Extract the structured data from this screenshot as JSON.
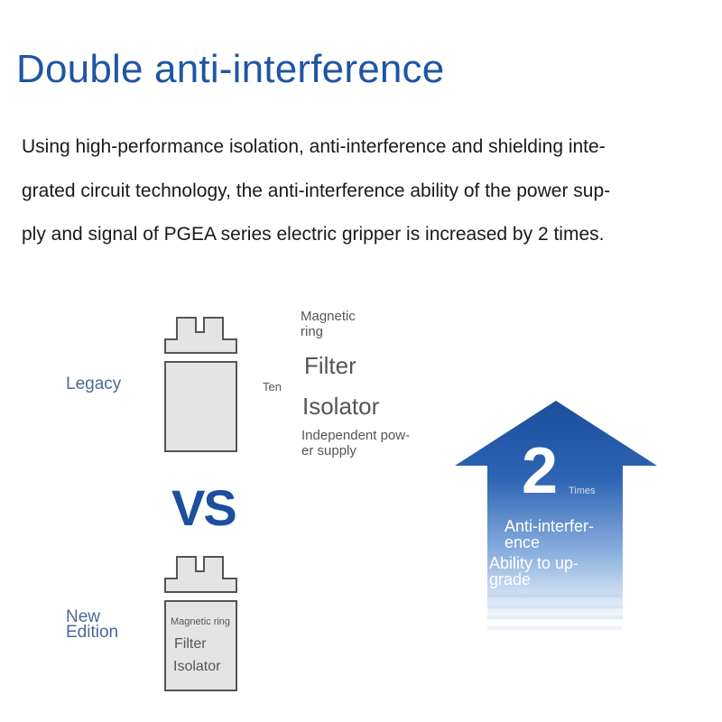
{
  "title": "Double anti-interference",
  "paragraph": {
    "lines": [
      "Using high-performance isolation, anti-interference and shielding inte-",
      "grated circuit technology, the anti-interference ability of the power sup-",
      "ply and signal of PGEA series electric gripper is increased by 2 times."
    ]
  },
  "diagram": {
    "legacy_label": "Legacy",
    "new_label_line1": "New",
    "new_label_line2": "Edition",
    "vs": "VS",
    "ten": "Ten",
    "legacy_features": {
      "magnetic_ring_line1": "Magnetic",
      "magnetic_ring_line2": "ring",
      "filter": "Filter",
      "isolator": "Isolator",
      "power_line1": "Independent pow-",
      "power_line2": "er supply"
    },
    "new_features": {
      "magnetic_ring": "Magnetic ring",
      "filter": "Filter",
      "isolator": "Isolator"
    },
    "arrow": {
      "number": "2",
      "times": "Times",
      "line1": "Anti-interfer-",
      "line2": "ence",
      "line3": "Ability to up-",
      "line4": "grade"
    },
    "colors": {
      "title_blue": "#1f55a6",
      "arrow_dark": "#1a4f9c",
      "vs_blue": "#1c4f9c"
    }
  }
}
